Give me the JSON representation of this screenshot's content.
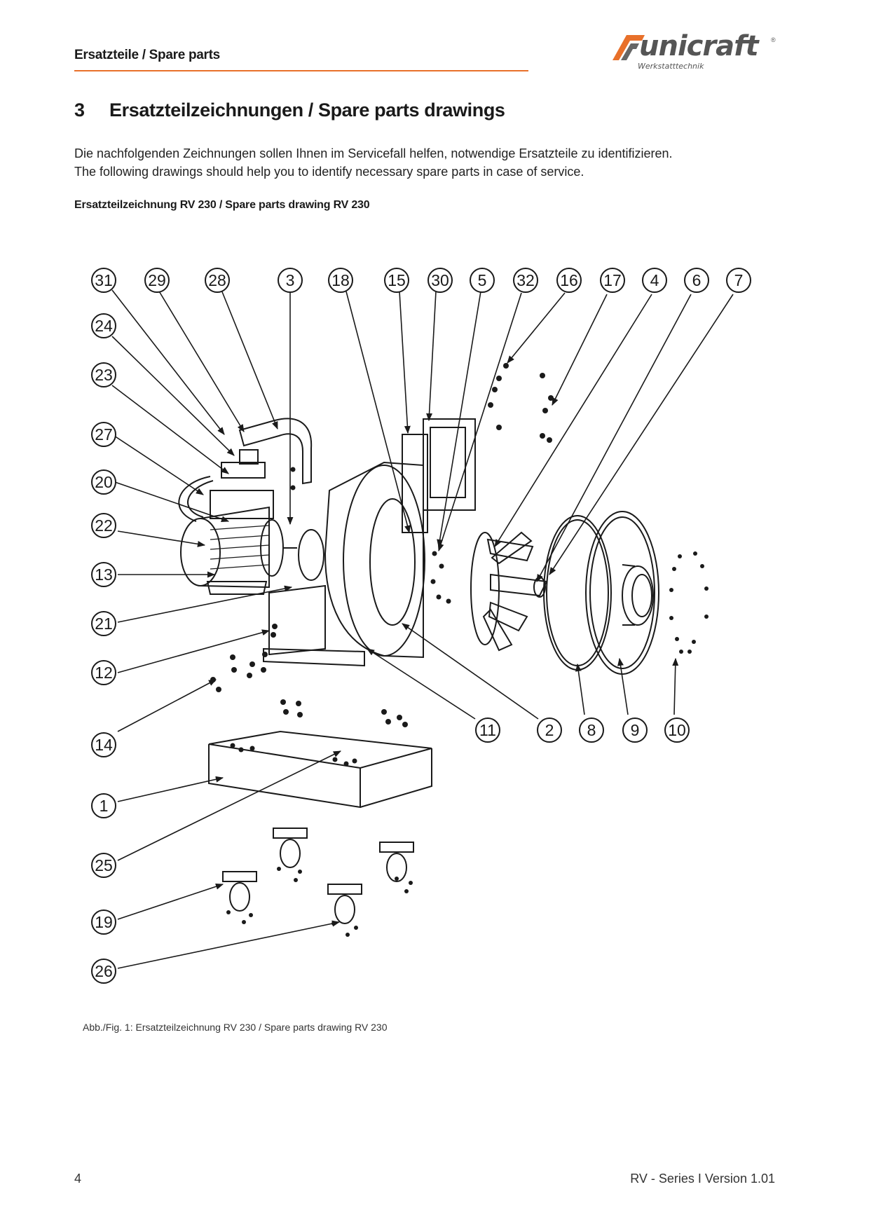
{
  "header": {
    "section_label": "Ersatzteile / Spare parts",
    "accent_color": "#e8702a",
    "logo": {
      "name": "unicraft",
      "subtitle": "Werkstatttechnik",
      "registered": "®"
    }
  },
  "section": {
    "number": "3",
    "title": "Ersatzteilzeichnungen / Spare parts drawings"
  },
  "intro": {
    "de": "Die nachfolgenden Zeichnungen sollen Ihnen im Servicefall helfen, notwendige Ersatzteile zu identifizieren.",
    "en": "The following drawings should help you to identify necessary spare parts in case of service."
  },
  "drawing": {
    "title": "Ersatzteilzeichnung  RV 230 / Spare parts drawing  RV 230",
    "caption": "Abb./Fig. 1: Ersatzteilzeichnung  RV 230 / Spare parts drawing RV 230",
    "labels": {
      "p31": "31",
      "p29": "29",
      "p28": "28",
      "p3": "3",
      "p18": "18",
      "p15": "15",
      "p30": "30",
      "p5": "5",
      "p32": "32",
      "p16": "16",
      "p17": "17",
      "p4": "4",
      "p6": "6",
      "p7": "7",
      "p24": "24",
      "p23": "23",
      "p27": "27",
      "p20": "20",
      "p22": "22",
      "p13": "13",
      "p21": "21",
      "p12": "12",
      "p14": "14",
      "p1": "1",
      "p25": "25",
      "p19": "19",
      "p26": "26",
      "p11": "11",
      "p2": "2",
      "p8": "8",
      "p9": "9",
      "p10": "10"
    }
  },
  "footer": {
    "page_number": "4",
    "version": "RV - Series I Version 1.01"
  }
}
